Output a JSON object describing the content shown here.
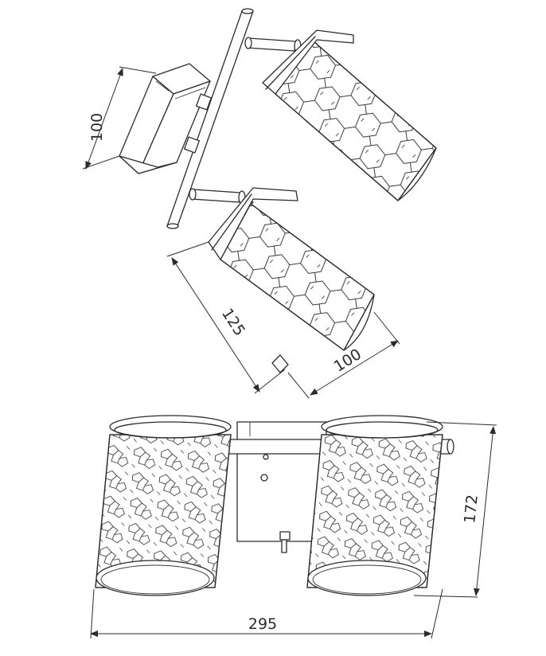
{
  "dimensions": {
    "top_base_height": "100",
    "shade_height": "125",
    "shade_diameter": "100",
    "total_height": "172",
    "total_width": "295"
  },
  "colors": {
    "line": "#2b2b2b",
    "background": "#ffffff"
  }
}
